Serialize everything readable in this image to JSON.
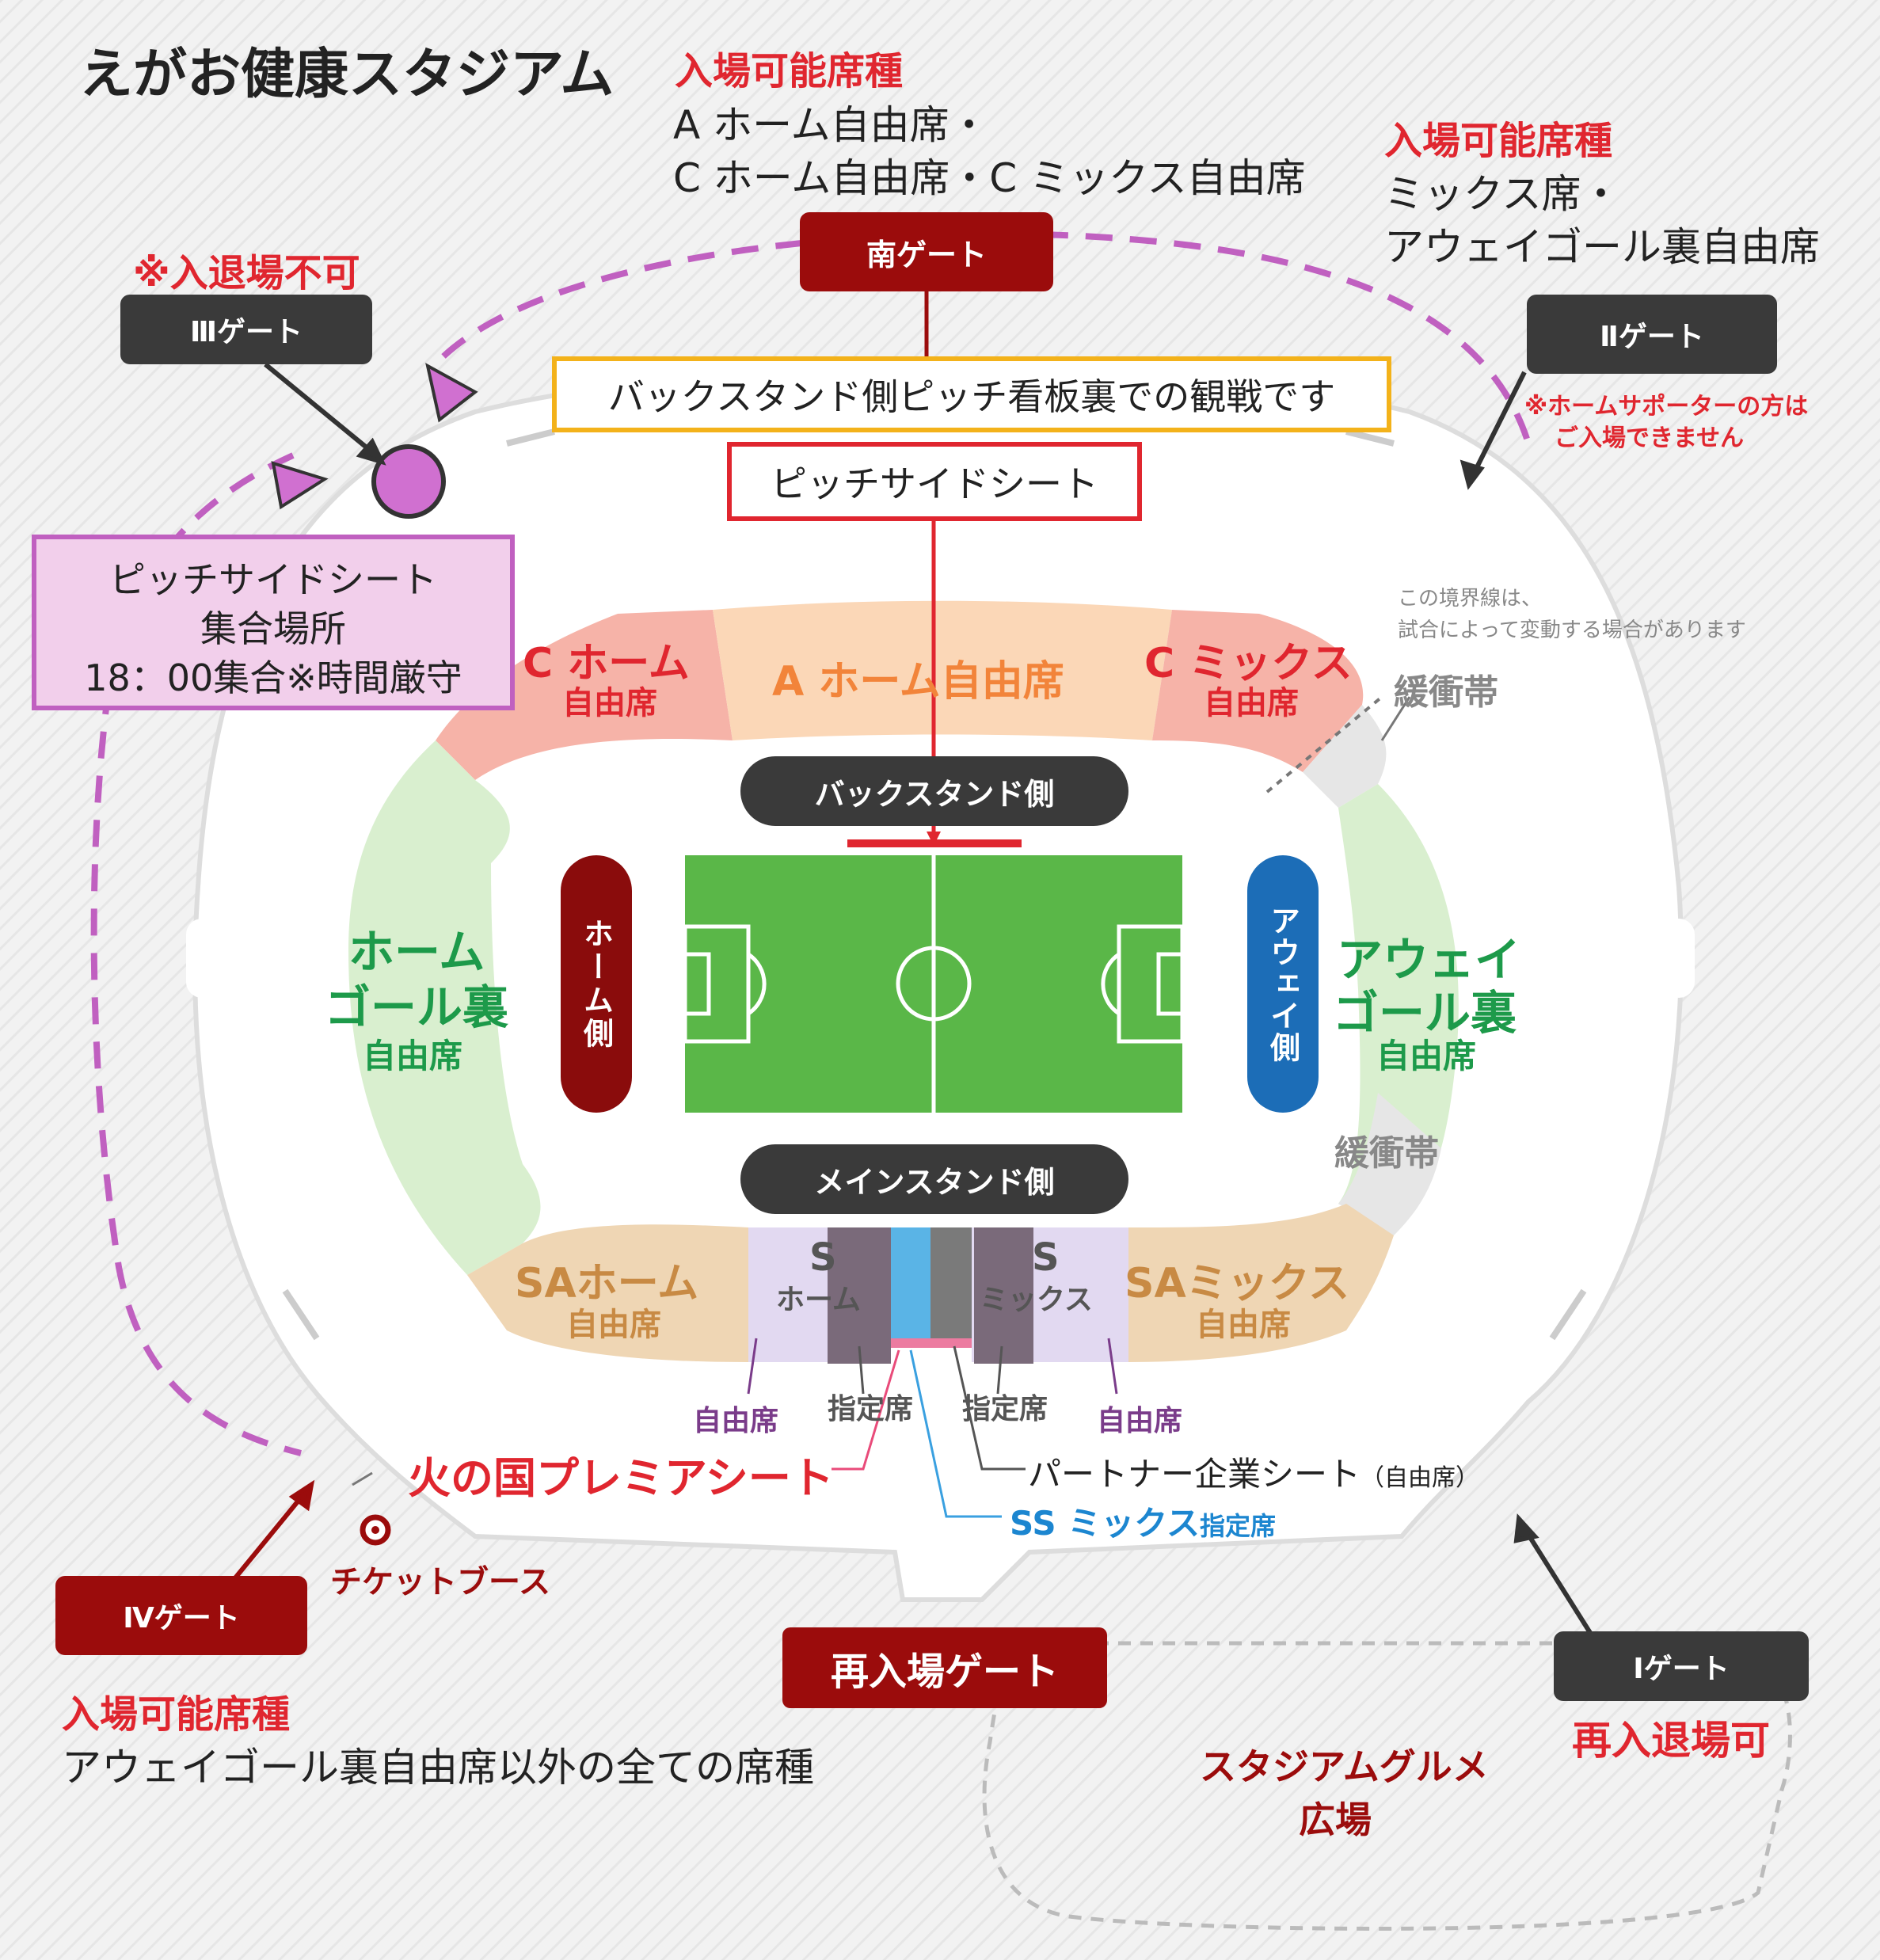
{
  "title": "えがお健康スタジアム",
  "south_gate": {
    "label": "南ゲート",
    "allowed_heading": "入場可能席種",
    "allowed_line1": "A ホーム自由席・",
    "allowed_line2": "C ホーム自由席・C ミックス自由席"
  },
  "gate2": {
    "label": "Ⅱゲート",
    "allowed_heading": "入場可能席種",
    "allowed_line1": "ミックス席・",
    "allowed_line2": "アウェイゴール裏自由席",
    "note_line1": "※ホームサポーターの方は",
    "note_line2": "ご入場できません"
  },
  "gate3": {
    "label": "Ⅲゲート",
    "note": "※入退場不可"
  },
  "gate4": {
    "label": "Ⅳゲート",
    "allowed_heading": "入場可能席種",
    "allowed_line1": "アウェイゴール裏自由席以外の全ての席種"
  },
  "gate1": {
    "label": "Ⅰゲート",
    "note": "再入退場可"
  },
  "reentry_gate": "再入場ゲート",
  "gourmet": {
    "line1": "スタジアムグルメ",
    "line2": "広場"
  },
  "ticket_booth": "チケットブース",
  "pitchside": {
    "banner": "バックスタンド側ピッチ看板裏での観戦です",
    "seat": "ピッチサイドシート",
    "meet_line1": "ピッチサイドシート",
    "meet_line2": "集合場所",
    "meet_line3": "18：00集合※時間厳守"
  },
  "boundary_note_line1": "この境界線は、",
  "boundary_note_line2": "試合によって変動する場合があります",
  "buffer_zone": "緩衝帯",
  "stands": {
    "back": "バックスタンド側",
    "main": "メインスタンド側",
    "home_side": "ホーム側",
    "away_side": "アウェイ側"
  },
  "sections": {
    "c_home_1": "C ホーム",
    "c_home_2": "自由席",
    "a_home": "A ホーム自由席",
    "c_mix_1": "C ミックス",
    "c_mix_2": "自由席",
    "home_goal_1": "ホーム",
    "home_goal_2": "ゴール裏",
    "home_goal_3": "自由席",
    "away_goal_1": "アウェイ",
    "away_goal_2": "ゴール裏",
    "away_goal_3": "自由席",
    "sa_home_1": "SAホーム",
    "sa_home_2": "自由席",
    "sa_mix_1": "SAミックス",
    "sa_mix_2": "自由席",
    "s_home_1": "S",
    "s_home_2": "ホーム",
    "s_mix_1": "S",
    "s_mix_2": "ミックス"
  },
  "callouts": {
    "free_seat_left": "自由席",
    "reserved_left": "指定席",
    "reserved_right": "指定席",
    "free_seat_right": "自由席",
    "premier": "火の国プレミアシート",
    "partner": "パートナー企業シート",
    "partner_note": "（自由席）",
    "ss_mix": "SS ミックス",
    "ss_mix_note": "指定席"
  },
  "colors": {
    "gate_red": "#9b0c0c",
    "gate_dark": "#3a3a3a",
    "accent_red": "#e0262f",
    "pink_route": "#c060c0",
    "pitch_green": "#5ab748",
    "home_red": "#8a0c0c",
    "away_blue": "#1c6db7"
  }
}
